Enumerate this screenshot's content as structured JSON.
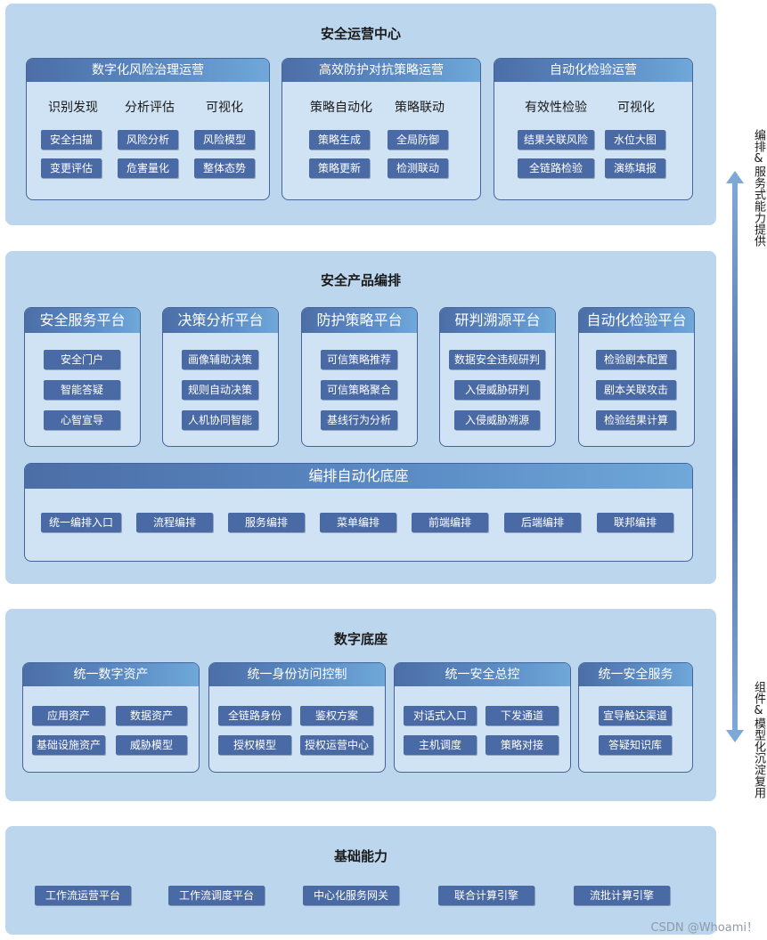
{
  "layer1": {
    "title": "安全运营中心",
    "panels": [
      {
        "title": "数字化风险治理运营",
        "subs": [
          "识别发现",
          "分析评估",
          "可视化"
        ],
        "chips": [
          "安全扫描",
          "风险分析",
          "风险模型",
          "变更评估",
          "危害量化",
          "整体态势"
        ]
      },
      {
        "title": "高效防护对抗策略运营",
        "subs": [
          "策略自动化",
          "策略联动"
        ],
        "chips": [
          "策略生成",
          "全局防御",
          "策略更新",
          "检测联动"
        ]
      },
      {
        "title": "自动化检验运营",
        "subs": [
          "有效性检验",
          "可视化"
        ],
        "chips": [
          "结果关联风险",
          "水位大图",
          "全链路检验",
          "演练填报"
        ]
      }
    ]
  },
  "layer2": {
    "title": "安全产品编排",
    "panels": [
      {
        "title": "安全服务平台",
        "chips": [
          "安全门户",
          "智能答疑",
          "心智宣导"
        ]
      },
      {
        "title": "决策分析平台",
        "chips": [
          "画像辅助决策",
          "规则自动决策",
          "人机协同智能"
        ]
      },
      {
        "title": "防护策略平台",
        "chips": [
          "可信策略推荐",
          "可信策略聚合",
          "基线行为分析"
        ]
      },
      {
        "title": "研判溯源平台",
        "chips": [
          "数据安全违规研判",
          "入侵威胁研判",
          "入侵威胁溯源"
        ]
      },
      {
        "title": "自动化检验平台",
        "chips": [
          "检验剧本配置",
          "剧本关联攻击",
          "检验结果计算"
        ]
      }
    ],
    "base": {
      "title": "编排自动化底座",
      "chips": [
        "统一编排入口",
        "流程编排",
        "服务编排",
        "菜单编排",
        "前端编排",
        "后端编排",
        "联邦编排"
      ]
    }
  },
  "layer3": {
    "title": "数字底座",
    "panels": [
      {
        "title": "统一数字资产",
        "chips": [
          "应用资产",
          "数据资产",
          "基础设施资产",
          "威胁模型"
        ]
      },
      {
        "title": "统一身份访问控制",
        "chips": [
          "全链路身份",
          "鉴权方案",
          "授权模型",
          "授权运营中心"
        ]
      },
      {
        "title": "统一安全总控",
        "chips": [
          "对话式入口",
          "下发通道",
          "主机调度",
          "策略对接"
        ]
      },
      {
        "title": "统一安全服务",
        "chips": [
          "宣导触达渠道",
          "答疑知识库"
        ]
      }
    ]
  },
  "layer4": {
    "title": "基础能力",
    "chips": [
      "工作流运营平台",
      "工作流调度平台",
      "中心化服务网关",
      "联合计算引擎",
      "流批计算引擎"
    ]
  },
  "side": {
    "top_label": "编排&服务式能力提供",
    "bottom_label": "组件&模型化沉淀复用"
  },
  "watermark": "CSDN @Whoami！"
}
